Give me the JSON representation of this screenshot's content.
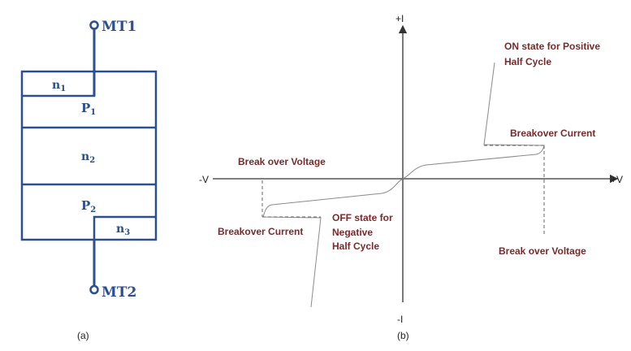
{
  "device": {
    "terminal_top": "MT1",
    "terminal_bottom": "MT2",
    "layer_n1": "n",
    "layer_n1_sub": "1",
    "layer_p1": "P",
    "layer_p1_sub": "1",
    "layer_n2": "n",
    "layer_n2_sub": "2",
    "layer_p2": "P",
    "layer_p2_sub": "2",
    "layer_n3": "n",
    "layer_n3_sub": "3",
    "caption": "(a)",
    "line_color": "#2b4f8f"
  },
  "graph": {
    "pos_i": "+I",
    "neg_i": "-I",
    "pos_v": "+V",
    "neg_v": "-V",
    "on_state_line1": "ON state for Positive",
    "on_state_line2": "Half Cycle",
    "breakover_current_pos": "Breakover Current",
    "break_over_voltage_neg": "Break over Voltage",
    "breakover_current_neg": "Breakover Current",
    "off_state_line1": "OFF state for",
    "off_state_line2": "Negative",
    "off_state_line3": "Half Cycle",
    "break_over_voltage_pos": "Break over Voltage",
    "caption": "(b)",
    "label_color": "#7a2a2a"
  }
}
